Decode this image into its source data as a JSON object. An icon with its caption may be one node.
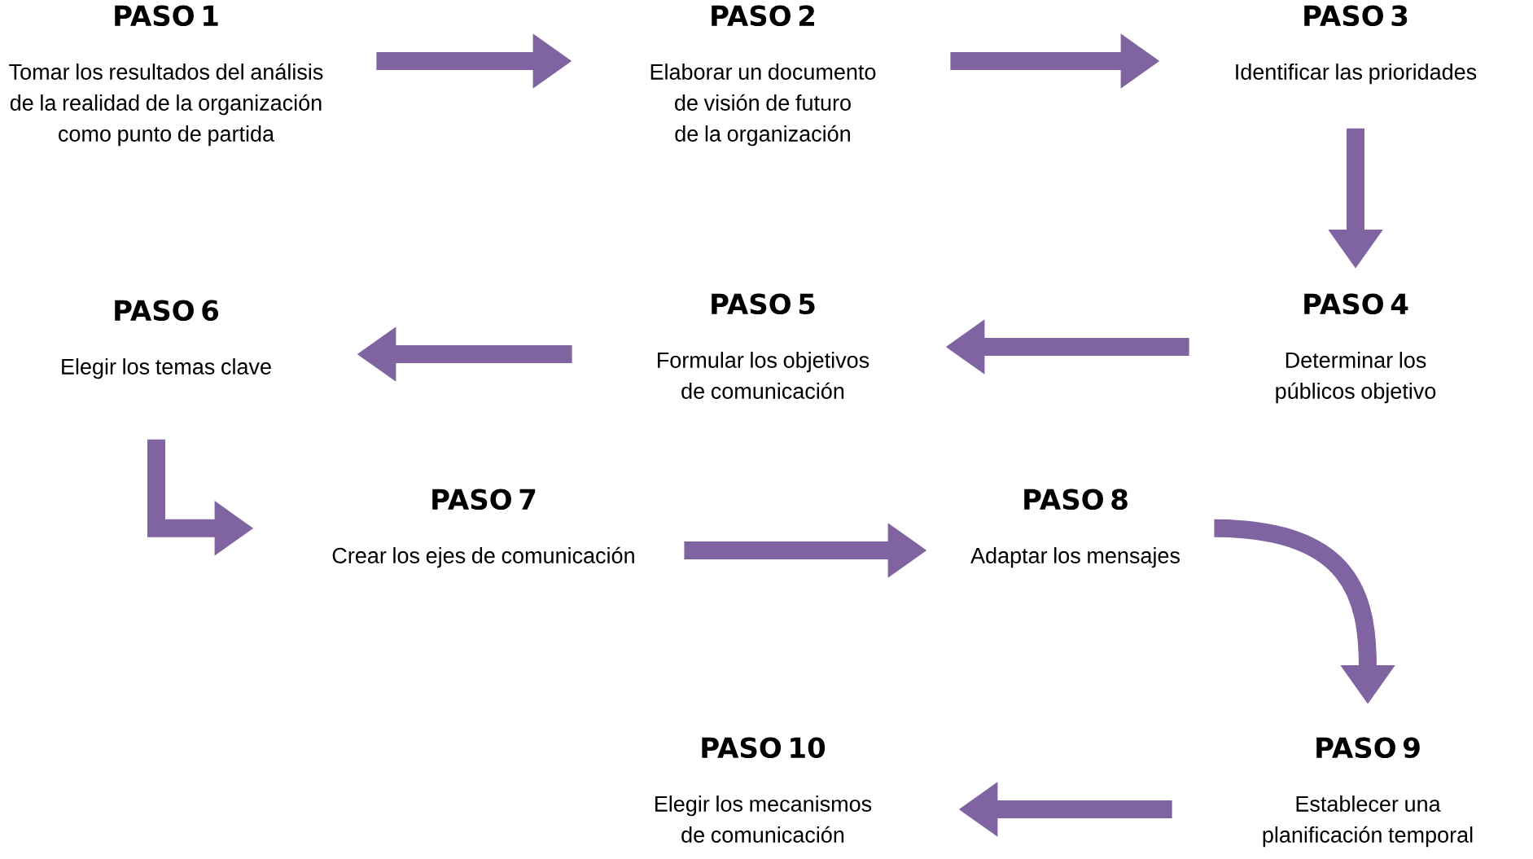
{
  "diagram": {
    "nodes": [
      {
        "text": [
          "PASO 1",
          "Tomar los resultados del análisis de la realidad de la organización como punto de partida"
        ]
      },
      {
        "text": [
          "PASO 2",
          "Elaborar un documento de visión de futuro de la organización"
        ]
      },
      {
        "text": [
          "PASO 3",
          "Identificar las prioridades"
        ]
      },
      {
        "text": [
          "PASO 4",
          "Determinar los públicos objetivo"
        ]
      },
      {
        "text": [
          "PASO 5",
          "Formular los objetivos de comunicación"
        ]
      },
      {
        "text": [
          "PASO 6",
          "Elegir los temas clave"
        ]
      },
      {
        "text": [
          "PASO 7",
          "Crear los ejes de comunicación"
        ]
      },
      {
        "text": [
          "PASO 8",
          "Adaptar los mensajes"
        ]
      },
      {
        "text": [
          "PASO 9",
          "Establecer una planificación temporal"
        ]
      },
      {
        "text": [
          "PASO 10",
          "Elegir los mecanismos de comunicación"
        ]
      }
    ],
    "edges": [
      {
        "from": 0,
        "to": 1,
        "arrow": "to"
      },
      {
        "from": 1,
        "to": 2,
        "arrow": "to"
      },
      {
        "from": 2,
        "to": 3,
        "arrow": "to"
      },
      {
        "from": 3,
        "to": 4,
        "arrow": "to"
      },
      {
        "from": 4,
        "to": 5,
        "arrow": "to"
      },
      {
        "from": 5,
        "to": 6,
        "arrow": "to"
      },
      {
        "from": 6,
        "to": 7,
        "arrow": "to"
      },
      {
        "from": 7,
        "to": 8,
        "arrow": "to"
      },
      {
        "from": 8,
        "to": 9,
        "arrow": "to"
      }
    ]
  }
}
